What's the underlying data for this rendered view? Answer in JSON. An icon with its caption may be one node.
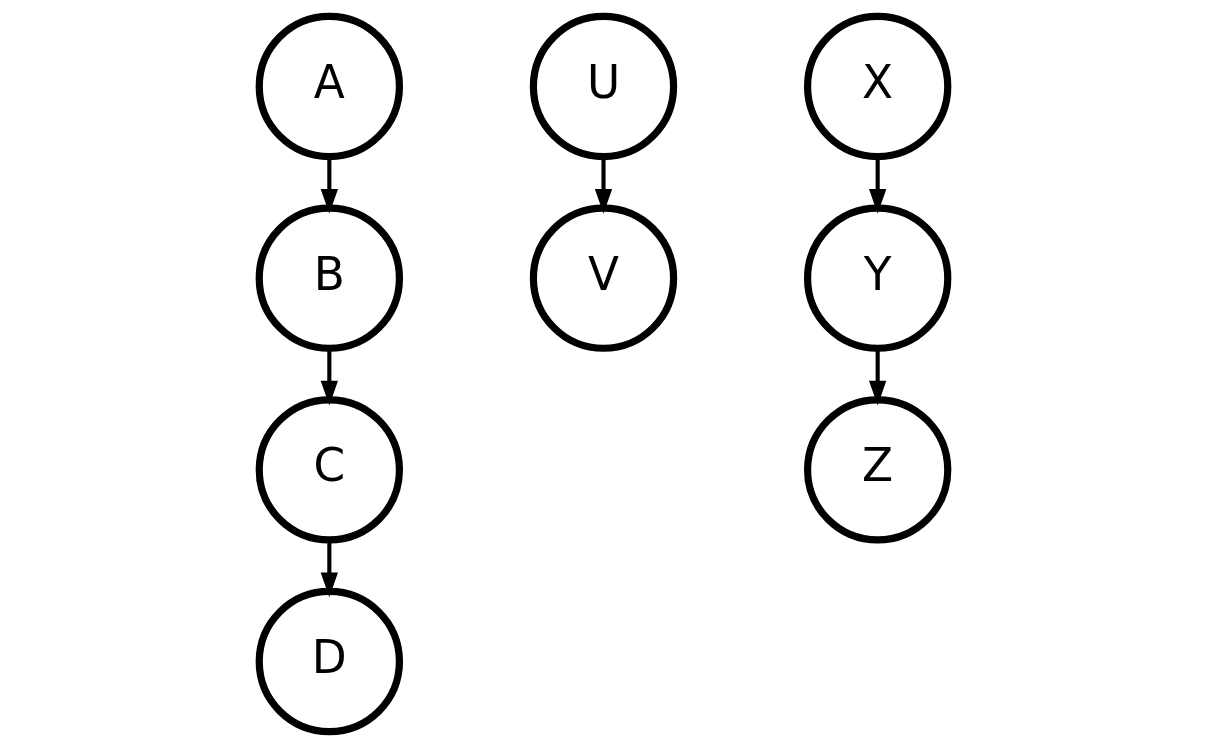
{
  "diagram": {
    "nodes": [
      {
        "text": [
          "A"
        ]
      },
      {
        "text": [
          "B"
        ]
      },
      {
        "text": [
          "C"
        ]
      },
      {
        "text": [
          "D"
        ]
      },
      {
        "text": [
          "U"
        ]
      },
      {
        "text": [
          "V"
        ]
      },
      {
        "text": [
          "X"
        ]
      },
      {
        "text": [
          "Y"
        ]
      },
      {
        "text": [
          "Z"
        ]
      }
    ],
    "edges": [
      {
        "from": 0,
        "to": 1,
        "arrow": "to"
      },
      {
        "from": 1,
        "to": 2,
        "arrow": "to"
      },
      {
        "from": 2,
        "to": 3,
        "arrow": "to"
      },
      {
        "from": 4,
        "to": 5,
        "arrow": "to"
      },
      {
        "from": 6,
        "to": 7,
        "arrow": "to"
      },
      {
        "from": 7,
        "to": 8,
        "arrow": "to"
      }
    ]
  }
}
